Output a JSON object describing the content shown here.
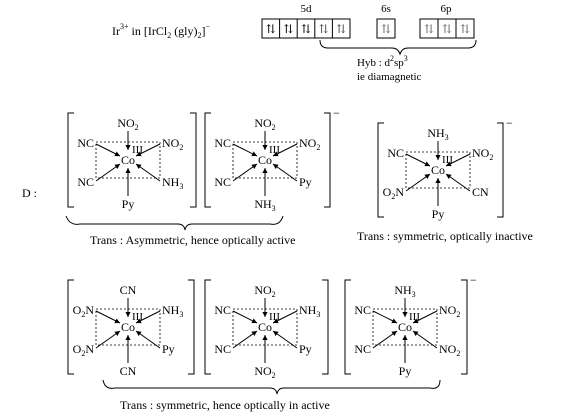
{
  "header": {
    "ion": "Ir",
    "ion_charge": "3+",
    "in_text": "in",
    "complex_prefix": "[IrCl",
    "complex_cl_sub": "2",
    "complex_mid": "(gly)",
    "complex_gly_sub": "2",
    "complex_bracket": "]",
    "complex_charge": "−",
    "orbital_5d": "5d",
    "orbital_6s": "6s",
    "orbital_6p": "6p",
    "hyb_label": "Hyb : d",
    "hyb_d_sup": "2",
    "hyb_sp": "sp",
    "hyb_sp_sup": "3",
    "magnetic": "ie diamagnetic"
  },
  "d_label": "D :",
  "complexes": [
    {
      "center": "Co",
      "ox": "III",
      "top": "NO2",
      "bottom": "Py",
      "top_left": "NC",
      "top_right": "NO2",
      "bottom_left": "NC",
      "bottom_right": "NH3",
      "charge": ""
    },
    {
      "center": "Co",
      "ox": "III",
      "top": "NO2",
      "bottom": "NH3",
      "top_left": "NC",
      "top_right": "NO2",
      "bottom_left": "NC",
      "bottom_right": "Py",
      "charge": "−"
    },
    {
      "center": "Co",
      "ox": "III",
      "top": "NH3",
      "bottom": "Py",
      "top_left": "NC",
      "top_right": "NO2",
      "bottom_left": "O2N",
      "bottom_right": "CN",
      "charge": "−"
    },
    {
      "center": "Co",
      "ox": "III",
      "top": "CN",
      "bottom": "CN",
      "top_left": "O2N",
      "top_right": "NH3",
      "bottom_left": "O2N",
      "bottom_right": "Py",
      "charge": ""
    },
    {
      "center": "Co",
      "ox": "III",
      "top": "NO2",
      "bottom": "NO2",
      "top_left": "NC",
      "top_right": "NH3",
      "bottom_left": "NC",
      "bottom_right": "Py",
      "charge": ""
    },
    {
      "center": "Co",
      "ox": "III",
      "top": "NH3",
      "bottom": "Py",
      "top_left": "NC",
      "top_right": "NO2",
      "bottom_left": "NC",
      "bottom_right": "NO2",
      "charge": "−"
    }
  ],
  "captions": {
    "row1_left": "Trans : Asymmetric, hence optically active",
    "row1_right": "Trans : symmetric, optically inactive",
    "row2": "Trans : symmetric, hence optically in active"
  }
}
